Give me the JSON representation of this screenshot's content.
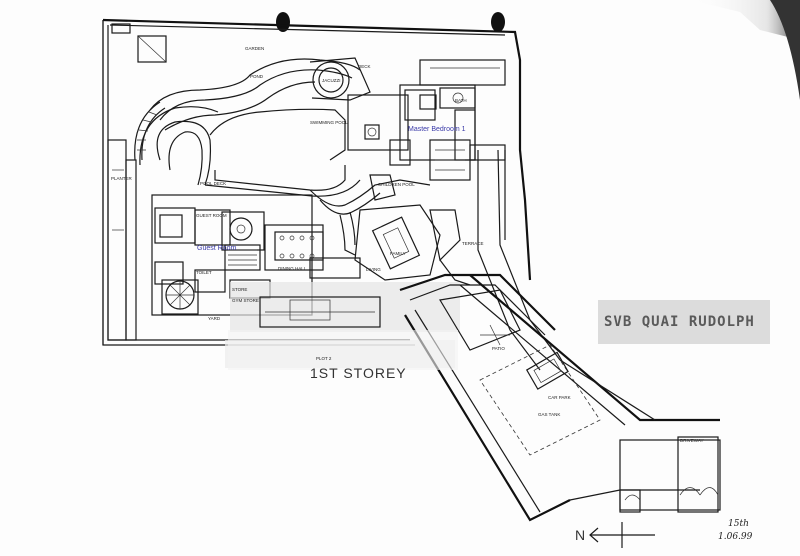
{
  "labels": {
    "master_bedroom": "Master Bedroom 1",
    "guest_room": "Guest Room",
    "storey": "1ST STOREY",
    "plot": "PLOT 2",
    "north": "N",
    "date_line1": "15th",
    "date_line2": "1.06.99",
    "stamp": "SVB QUAI RUDOLPH"
  },
  "small_labels": {
    "garden": "GARDEN",
    "pond": "POND",
    "deck": "DECK",
    "jacuzzi": "JACUZZI",
    "swimming_pool": "SWIMMING POOL",
    "pool_deck": "POOL DECK",
    "childrens_pool": "CHILDREN POOL",
    "guest_room_small": "GUEST ROOM",
    "dining": "DINING HALL",
    "living": "LIVING",
    "car_park": "CAR PARK",
    "gas_tank": "GAS TANK",
    "patio": "PATIO",
    "yard": "YARD",
    "toilet": "TOILET",
    "store": "STORE",
    "terrace": "TERRACE",
    "planter": "PLANTER",
    "driveway": "DRIVEWAY",
    "bath": "BATH",
    "gym_store": "GYM STORE",
    "family": "FAMILY"
  }
}
